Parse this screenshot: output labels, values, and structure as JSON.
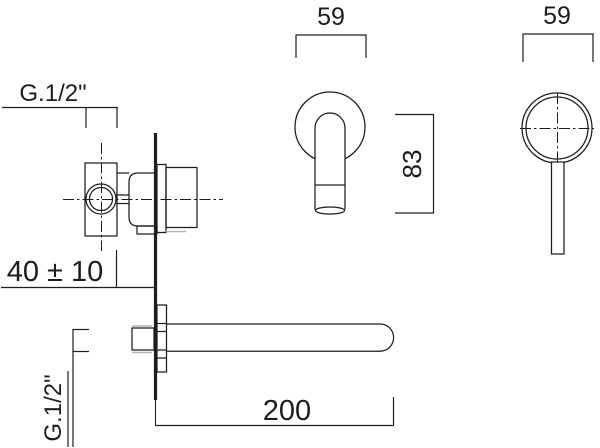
{
  "drawing": {
    "title": "wall-mounted basin mixer installation drawing",
    "labels": {
      "inlet_top": "G.1/2\"",
      "inlet_bottom": "G.1/2\"",
      "spout_plate_width": "59",
      "handle_plate_width": "59",
      "spout_height": "83",
      "mount_depth": "40 ± 10",
      "spout_reach": "200"
    },
    "colors": {
      "line": "#1d1d1d",
      "background": "#ffffff",
      "shadow": "#b5b5b5"
    }
  }
}
